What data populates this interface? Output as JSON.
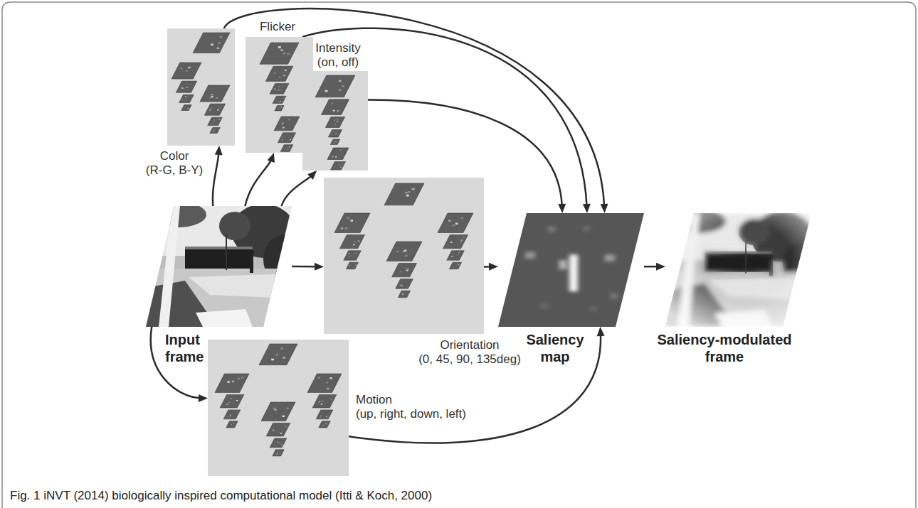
{
  "diagram": {
    "caption": "Fig. 1 iNVT (2014) biologically inspired computational model (Itti & Koch, 2000)",
    "nodes": [
      {
        "text": [
          "Input frame"
        ]
      },
      {
        "text": [
          "Color (R-G, B-Y)"
        ]
      },
      {
        "text": [
          "Flicker"
        ]
      },
      {
        "text": [
          "Intensity (on, off)"
        ]
      },
      {
        "text": [
          "Orientation (0, 45, 90, 135deg)"
        ]
      },
      {
        "text": [
          "Motion (up, right, down, left)"
        ]
      },
      {
        "text": [
          "Saliency map"
        ]
      },
      {
        "text": [
          "Saliency-modulated frame"
        ]
      }
    ],
    "edges": [
      {
        "from": 0,
        "to": 1,
        "arrow": "to"
      },
      {
        "from": 0,
        "to": 2,
        "arrow": "to"
      },
      {
        "from": 0,
        "to": 3,
        "arrow": "to"
      },
      {
        "from": 0,
        "to": 4,
        "arrow": "to"
      },
      {
        "from": 0,
        "to": 5,
        "arrow": "to"
      },
      {
        "from": 1,
        "to": 6,
        "arrow": "to"
      },
      {
        "from": 2,
        "to": 6,
        "arrow": "to"
      },
      {
        "from": 3,
        "to": 6,
        "arrow": "to"
      },
      {
        "from": 4,
        "to": 6,
        "arrow": "to"
      },
      {
        "from": 5,
        "to": 6,
        "arrow": "to"
      },
      {
        "from": 6,
        "to": 7,
        "arrow": "to"
      }
    ]
  }
}
